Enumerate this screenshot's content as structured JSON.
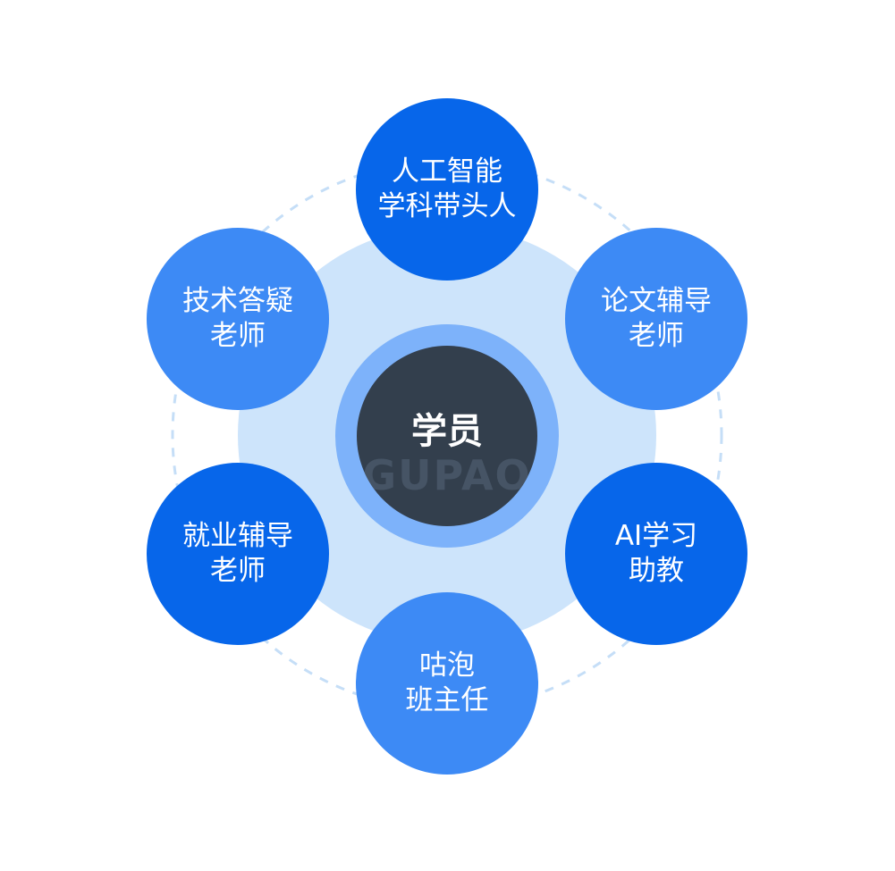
{
  "center": {
    "label": "学员",
    "watermark": "GUPAO"
  },
  "nodes": [
    {
      "id": "ai-leader",
      "lines": [
        "人工智能",
        "学科带头人"
      ],
      "color": "#0766ea"
    },
    {
      "id": "thesis-tutor",
      "lines": [
        "论文辅导",
        "老师"
      ],
      "color": "#3d8af5"
    },
    {
      "id": "ai-assistant",
      "lines": [
        "AI学习",
        "助教"
      ],
      "color": "#0766ea"
    },
    {
      "id": "class-teacher",
      "lines": [
        "咕泡",
        "班主任"
      ],
      "color": "#3d8af5"
    },
    {
      "id": "career-tutor",
      "lines": [
        "就业辅导",
        "老师"
      ],
      "color": "#0766ea"
    },
    {
      "id": "tech-qa",
      "lines": [
        "技术答疑",
        "老师"
      ],
      "color": "#3d8af5"
    }
  ],
  "colors": {
    "halo": "#cde4fb",
    "dashed_ring": "#c5def7",
    "center_ring": "#7db2fa",
    "center_core": "#333f4d"
  }
}
